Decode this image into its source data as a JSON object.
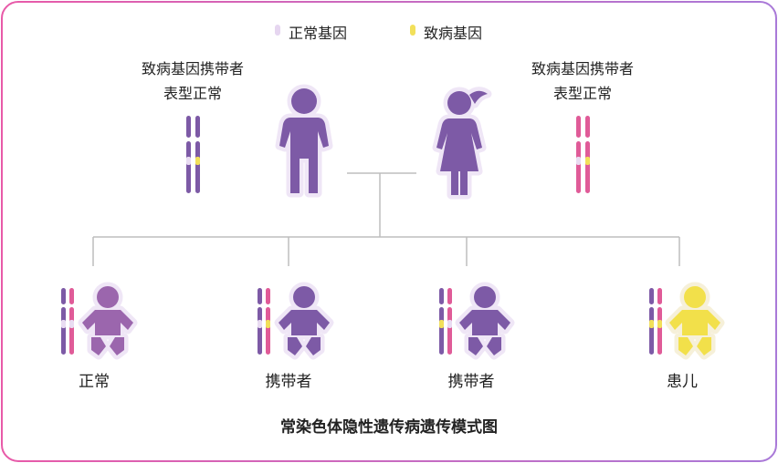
{
  "legend": {
    "normal_label": "正常基因",
    "disease_label": "致病基因"
  },
  "parents": {
    "father": {
      "line1": "致病基因携带者",
      "line2": "表型正常"
    },
    "mother": {
      "line1": "致病基因携带者",
      "line2": "表型正常"
    }
  },
  "children": [
    {
      "label": "正常"
    },
    {
      "label": "携带者"
    },
    {
      "label": "携带者"
    },
    {
      "label": "患儿"
    }
  ],
  "caption": "常染色体隐性遗传病遗传模式图",
  "colors": {
    "border_start": "#e85aa8",
    "border_end": "#a979d8",
    "purple": "#7d5aa6",
    "pink": "#e05b98",
    "normal_gene": "#e9dcf2",
    "disease_gene": "#f2e05a",
    "glow": "#efe6f6",
    "line": "#bdbdbd"
  }
}
